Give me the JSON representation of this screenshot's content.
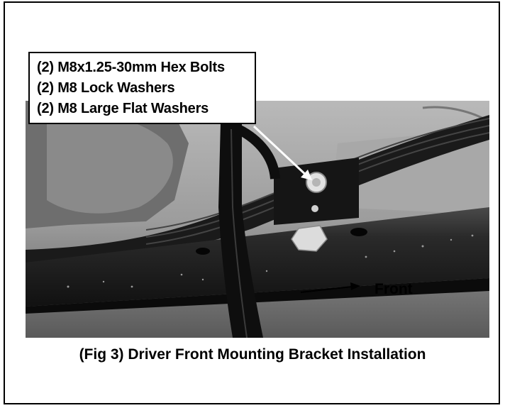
{
  "callout": {
    "lines": [
      "(2) M8x1.25-30mm Hex Bolts",
      "(2) M8 Lock Washers",
      "(2) M8 Large Flat Washers"
    ]
  },
  "photo": {
    "direction_label": "Front"
  },
  "caption": {
    "text": "(Fig 3) Driver Front Mounting Bracket Installation"
  }
}
